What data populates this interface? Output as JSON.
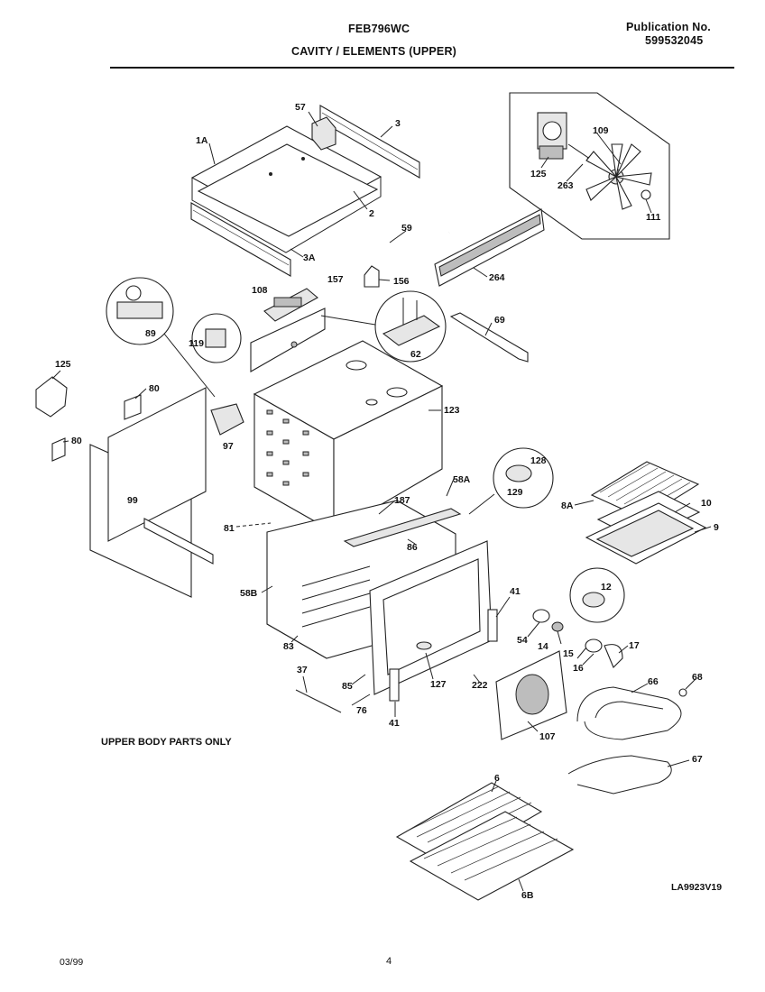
{
  "header": {
    "model": "FEB796WC",
    "section_title": "CAVITY / ELEMENTS (UPPER)",
    "publication_label": "Publication No.",
    "publication_number": "599532045"
  },
  "callouts": {
    "c1A": "1A",
    "c57": "57",
    "c3": "3",
    "c2": "2",
    "c3A": "3A",
    "c59": "59",
    "c109": "109",
    "c125a": "125",
    "c263": "263",
    "c111": "111",
    "c156": "156",
    "c264": "264",
    "c108": "108",
    "c157": "157",
    "c89": "89",
    "c119": "119",
    "c62": "62",
    "c69": "69",
    "c125b": "125",
    "c80a": "80",
    "c80b": "80",
    "c97": "97",
    "c123": "123",
    "c128": "128",
    "c129": "129",
    "c58A": "58A",
    "c187": "187",
    "c86": "86",
    "c8A": "8A",
    "c10": "10",
    "c9": "9",
    "c99": "99",
    "c81": "81",
    "c12": "12",
    "c41a": "41",
    "c58B": "58B",
    "c54": "54",
    "c14": "14",
    "c15": "15",
    "c17": "17",
    "c83": "83",
    "c16": "16",
    "c127": "127",
    "c37": "37",
    "c85": "85",
    "c222": "222",
    "c68": "68",
    "c66": "66",
    "c76": "76",
    "c41b": "41",
    "c107": "107",
    "c67": "67",
    "c6": "6",
    "c6B": "6B"
  },
  "notes": {
    "upper_body": "UPPER BODY PARTS ONLY",
    "drawing_code": "LA9923V19"
  },
  "footer": {
    "date": "03/99",
    "page": "4"
  }
}
